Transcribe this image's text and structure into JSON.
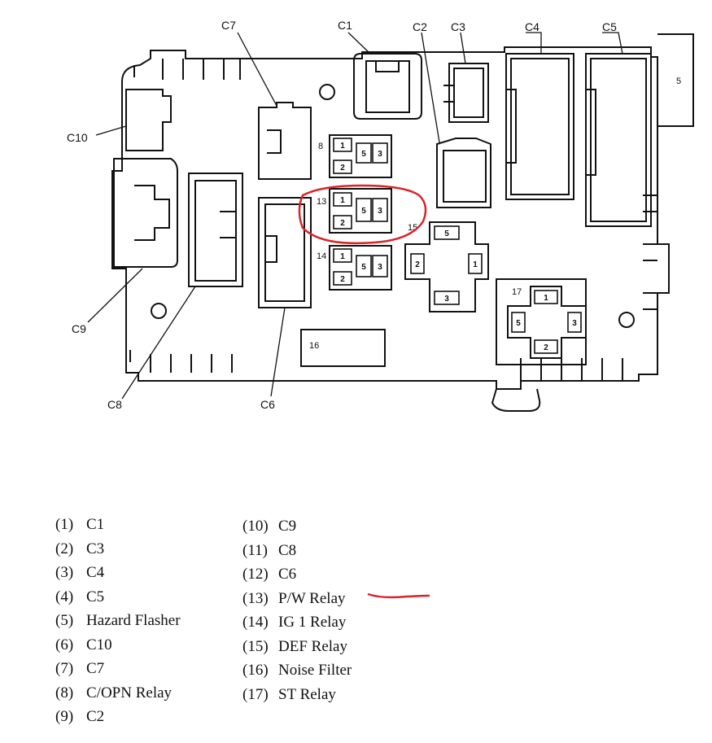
{
  "callouts": {
    "c1": "C1",
    "c2": "C2",
    "c3": "C3",
    "c4": "C4",
    "c5": "C5",
    "c6": "C6",
    "c7": "C7",
    "c8": "C8",
    "c9": "C9",
    "c10": "C10",
    "n5": "5",
    "n8": "8",
    "n13": "13",
    "n14": "14",
    "n15": "15",
    "n16": "16",
    "n17": "17"
  },
  "pins": {
    "p1": "1",
    "p2": "2",
    "p3": "3",
    "p5": "5"
  },
  "legend_left": [
    {
      "num": "(1)",
      "label": "C1"
    },
    {
      "num": "(2)",
      "label": "C3"
    },
    {
      "num": "(3)",
      "label": "C4"
    },
    {
      "num": "(4)",
      "label": "C5"
    },
    {
      "num": "(5)",
      "label": "Hazard Flasher"
    },
    {
      "num": "(6)",
      "label": "C10"
    },
    {
      "num": "(7)",
      "label": "C7"
    },
    {
      "num": "(8)",
      "label": "C/OPN Relay"
    },
    {
      "num": "(9)",
      "label": "C2"
    }
  ],
  "legend_right": [
    {
      "num": "(10)",
      "label": "C9"
    },
    {
      "num": "(11)",
      "label": "C8"
    },
    {
      "num": "(12)",
      "label": "C6"
    },
    {
      "num": "(13)",
      "label": "P/W Relay"
    },
    {
      "num": "(14)",
      "label": "IG 1 Relay"
    },
    {
      "num": "(15)",
      "label": "DEF Relay"
    },
    {
      "num": "(16)",
      "label": "Noise Filter"
    },
    {
      "num": "(17)",
      "label": "ST Relay"
    }
  ],
  "colors": {
    "line": "#111111",
    "highlight": "#d9232a"
  }
}
